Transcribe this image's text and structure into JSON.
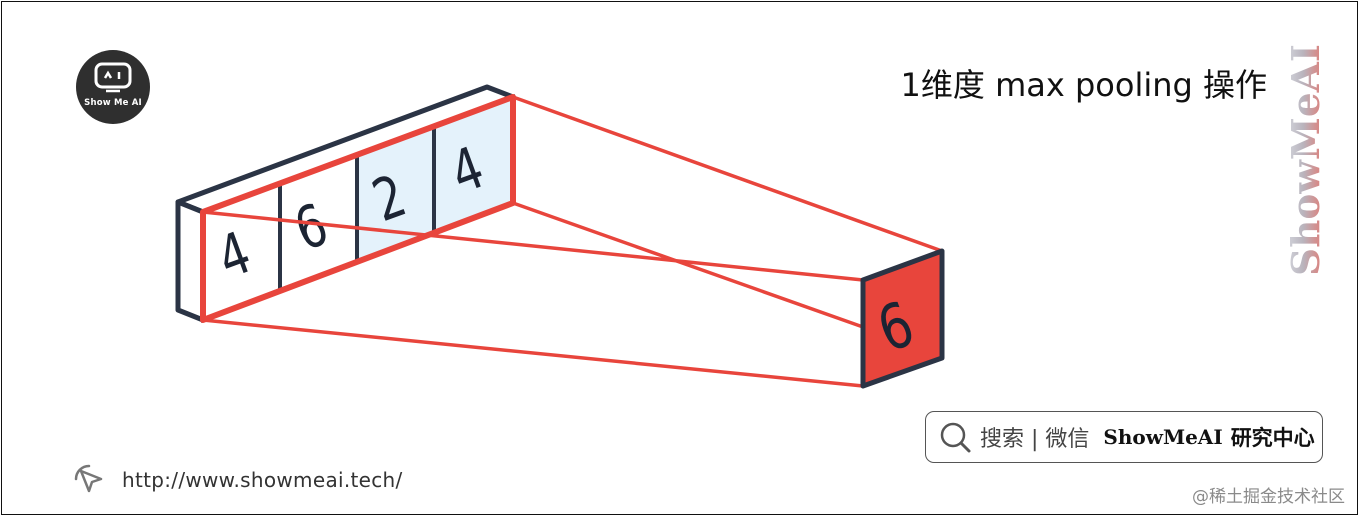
{
  "title": "1维度 max pooling 操作",
  "brand": {
    "logo_text": "Show Me AI",
    "watermark_text": "ShowMeAI"
  },
  "diagram": {
    "input_values": [
      "4",
      "6",
      "2",
      "4"
    ],
    "output_value": "6",
    "colors": {
      "edge": "#2b3445",
      "highlight": "#e8453c",
      "window_fill": "#e4f2fb",
      "output_fill": "#e8453c"
    }
  },
  "search": {
    "prefix": "搜索 | 微信",
    "brand": "ShowMeAI",
    "suffix": "研究中心"
  },
  "footer": {
    "url": "http://www.showmeai.tech/",
    "credit": "@稀土掘金技术社区"
  }
}
